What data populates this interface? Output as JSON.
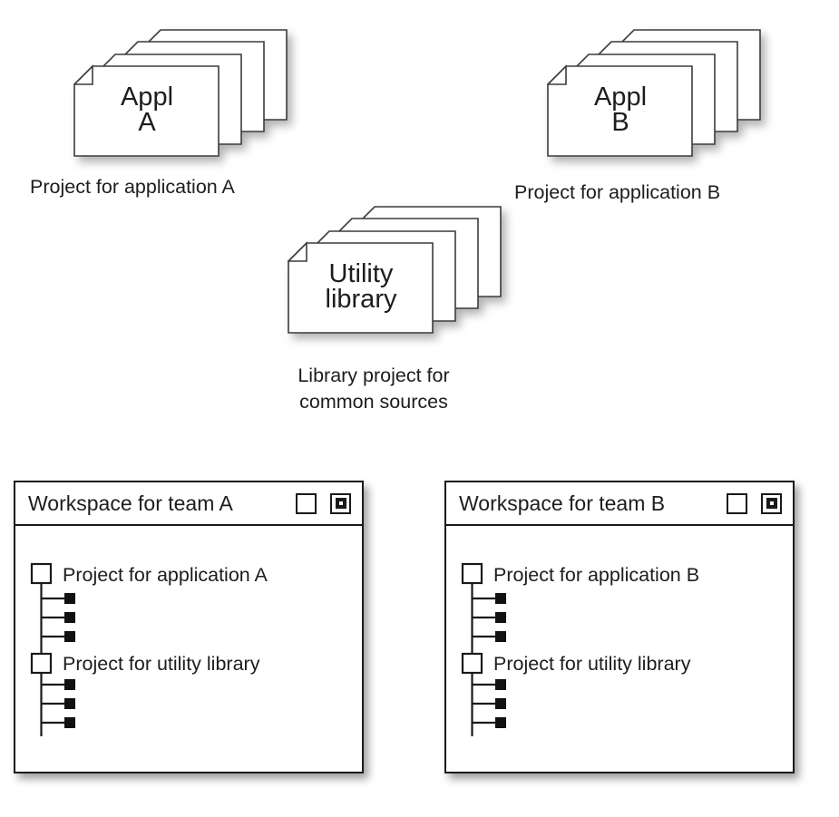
{
  "figures": {
    "stack_a": {
      "card_line1": "Appl",
      "card_line2": "A",
      "caption_line1": "Project for application A"
    },
    "stack_b": {
      "card_line1": "Appl",
      "card_line2": "B",
      "caption_line1": "Project for application B"
    },
    "stack_utility": {
      "card_line1": "Utility",
      "card_line2": "library",
      "caption_line1": "Library project for",
      "caption_line2": "common sources"
    }
  },
  "windows": {
    "team_a": {
      "title": "Workspace for team A",
      "node1_label": "Project for application A",
      "node2_label": "Project for utility library"
    },
    "team_b": {
      "title": "Workspace for team B",
      "node1_label": "Project for application B",
      "node2_label": "Project for utility library"
    }
  },
  "icons": {
    "titlebar_button1": "empty-square-icon",
    "titlebar_button2": "nested-square-icon"
  },
  "colors": {
    "line": "#1a1a1a",
    "card_border": "#3c3c3c",
    "fill": "#ffffff"
  }
}
